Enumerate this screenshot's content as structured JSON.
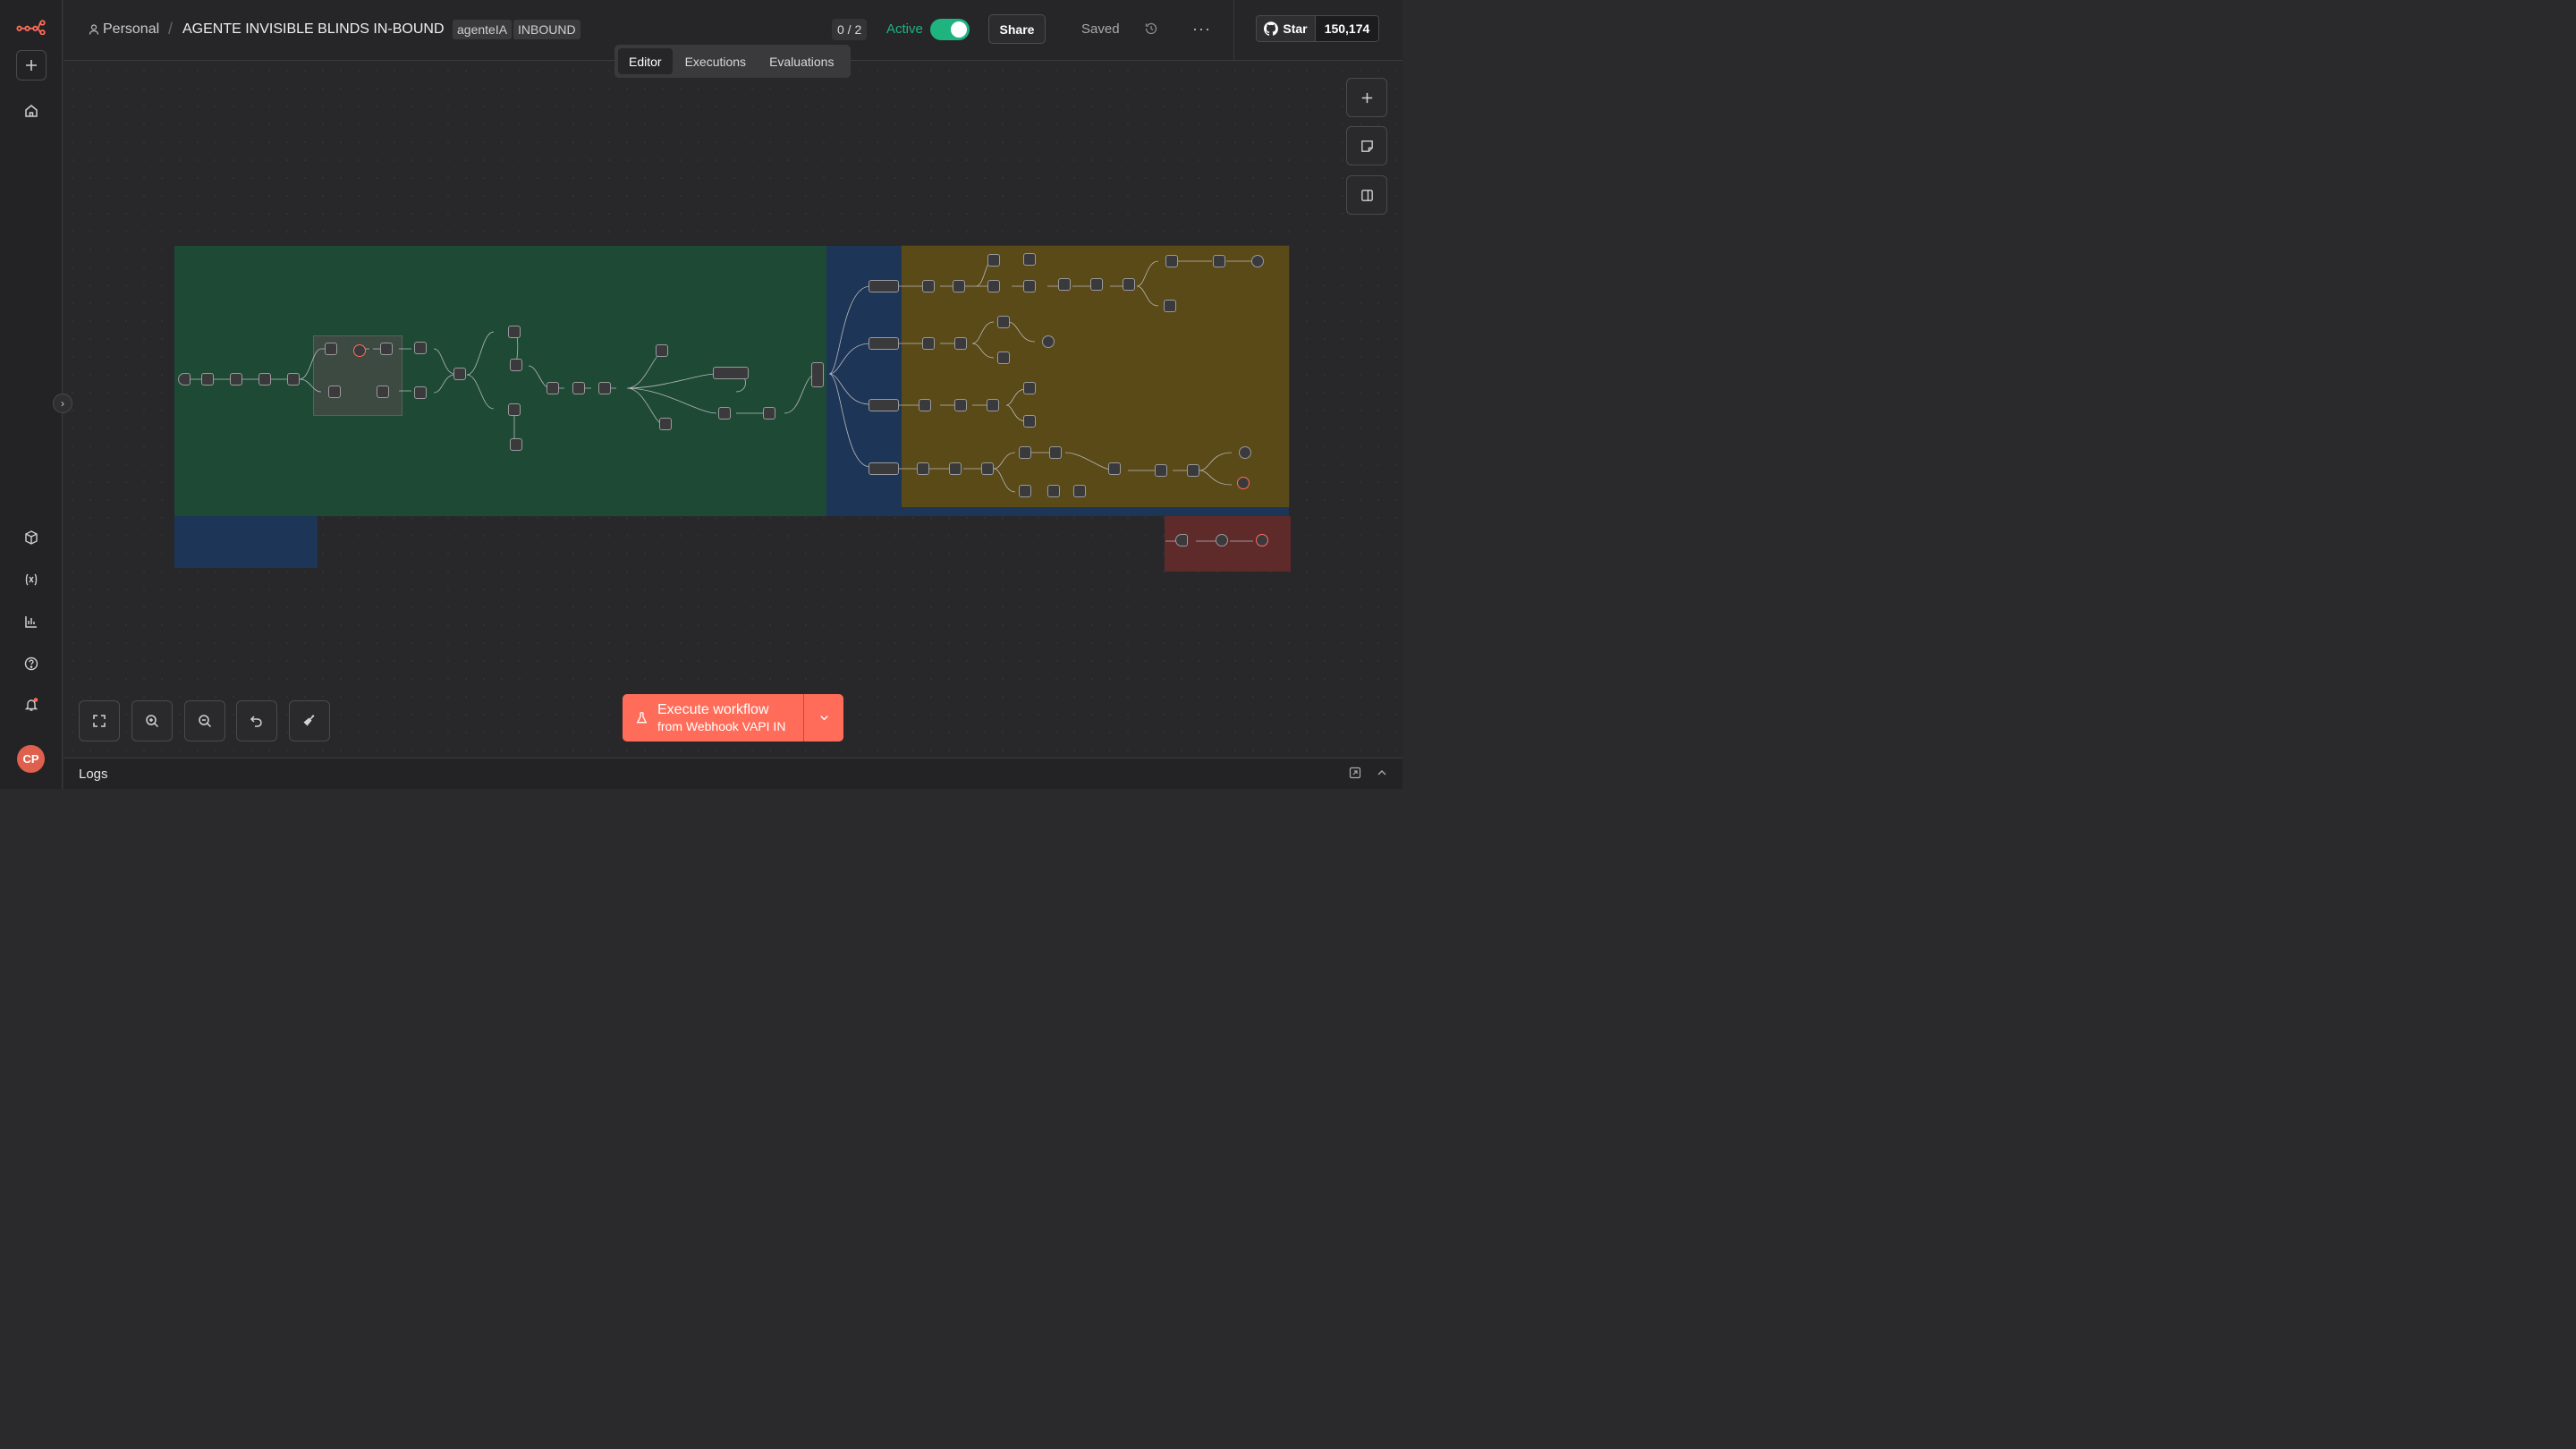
{
  "app": {
    "logo_icon": "n8n-logo-icon",
    "brand_color": "#ff6d5a"
  },
  "sidebar": {
    "items": [
      {
        "name": "add",
        "icon": "plus-icon"
      },
      {
        "name": "home",
        "icon": "home-icon"
      },
      {
        "name": "templates",
        "icon": "box-icon"
      },
      {
        "name": "variables",
        "icon": "variables-icon"
      },
      {
        "name": "insights",
        "icon": "chart-icon"
      },
      {
        "name": "help",
        "icon": "help-icon"
      },
      {
        "name": "notifications",
        "icon": "bell-icon"
      }
    ],
    "avatar_initials": "CP"
  },
  "header": {
    "project": "Personal",
    "workflow_title": "AGENTE INVISIBLE BLINDS IN-BOUND",
    "tags": [
      "agenteIA",
      "INBOUND"
    ],
    "counter": "0 / 2",
    "active_label": "Active",
    "active": true,
    "share_label": "Share",
    "saved_label": "Saved",
    "github_star_label": "Star",
    "github_star_count": "150,174"
  },
  "tabs": [
    {
      "label": "Editor",
      "active": true
    },
    {
      "label": "Executions",
      "active": false
    },
    {
      "label": "Evaluations",
      "active": false
    }
  ],
  "execute": {
    "title": "Execute workflow",
    "subtitle": "from Webhook VAPI IN"
  },
  "logs": {
    "label": "Logs"
  },
  "colors": {
    "green_section": "#1e4a35",
    "blue_section": "#1d3556",
    "gold_section": "#5a4a17",
    "red_section": "#5e2a2a",
    "active_green": "#1fb380"
  }
}
